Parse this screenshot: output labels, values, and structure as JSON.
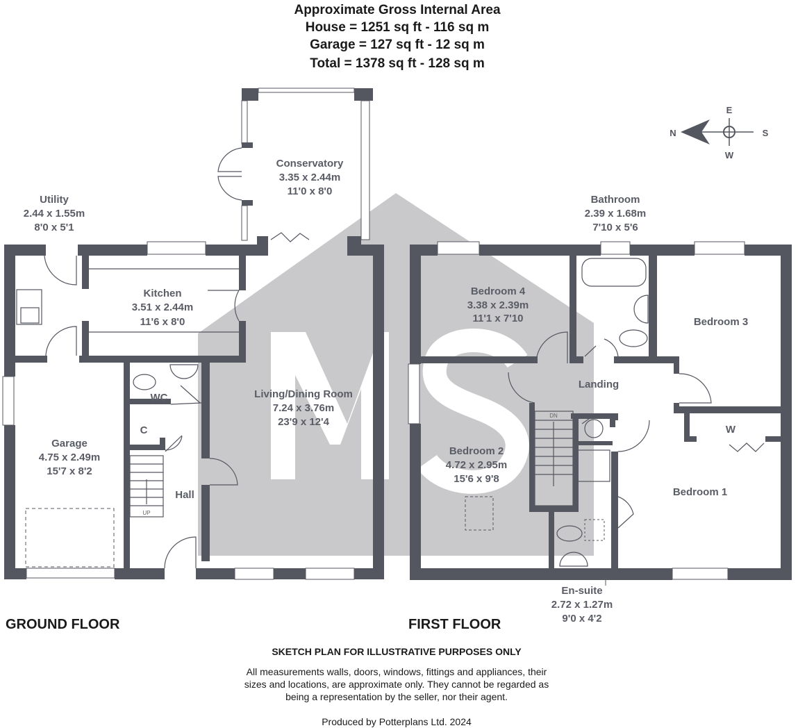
{
  "header": {
    "title": "Approximate Gross Internal Area",
    "house": "House = 1251 sq ft - 116 sq m",
    "garage": "Garage = 127 sq ft - 12 sq m",
    "total": "Total = 1378 sq ft - 128 sq m"
  },
  "compass": {
    "n": "N",
    "e": "E",
    "s": "S",
    "w": "W"
  },
  "watermark": "MS",
  "ground_floor": {
    "label": "GROUND FLOOR",
    "rooms": {
      "conservatory": {
        "name": "Conservatory",
        "metric": "3.35 x 2.44m",
        "imperial": "11'0 x 8'0"
      },
      "utility": {
        "name": "Utility",
        "metric": "2.44 x 1.55m",
        "imperial": "8'0 x 5'1"
      },
      "kitchen": {
        "name": "Kitchen",
        "metric": "3.51 x 2.44m",
        "imperial": "11'6 x 8'0"
      },
      "living": {
        "name": "Living/Dining Room",
        "metric": "7.24 x 3.76m",
        "imperial": "23'9 x 12'4"
      },
      "garage": {
        "name": "Garage",
        "metric": "4.75 x 2.49m",
        "imperial": "15'7 x 8'2"
      },
      "wc": {
        "name": "WC"
      },
      "cupboard": {
        "name": "C"
      },
      "hall": {
        "name": "Hall"
      },
      "stairs": {
        "name": "UP"
      }
    }
  },
  "first_floor": {
    "label": "FIRST FLOOR",
    "rooms": {
      "bathroom": {
        "name": "Bathroom",
        "metric": "2.39 x 1.68m",
        "imperial": "7'10 x 5'6"
      },
      "bedroom4": {
        "name": "Bedroom 4",
        "metric": "3.38 x 2.39m",
        "imperial": "11'1 x 7'10"
      },
      "bedroom3": {
        "name": "Bedroom 3"
      },
      "landing": {
        "name": "Landing"
      },
      "bedroom2": {
        "name": "Bedroom 2",
        "metric": "4.72 x 2.95m",
        "imperial": "15'6 x 9'8"
      },
      "bedroom1": {
        "name": "Bedroom 1"
      },
      "wardrobe": {
        "name": "W"
      },
      "ensuite": {
        "name": "En-suite",
        "metric": "2.72 x 1.27m",
        "imperial": "9'0 x 4'2"
      },
      "stairs": {
        "name": "DN"
      }
    }
  },
  "footer": {
    "heading": "SKETCH PLAN FOR ILLUSTRATIVE PURPOSES ONLY",
    "line1": "All measurements walls, doors, windows, fittings and appliances, their",
    "line2": "sizes and locations, are approximate only. They cannot be regarded as",
    "line3": "being a representation by the seller, nor their agent.",
    "produced": "Produced by Potterplans Ltd. 2024"
  },
  "colors": {
    "wall": "#545660",
    "watermark": "#c9c9cb",
    "text": "#5a5c66"
  }
}
